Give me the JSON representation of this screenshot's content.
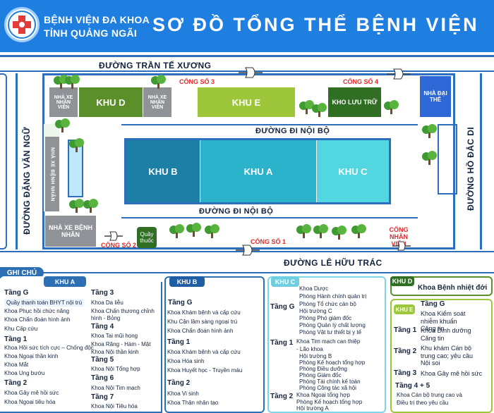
{
  "header": {
    "hospital_line1": "BỆNH VIỆN ĐA KHOA",
    "hospital_line2": "TỈNH QUẢNG NGÃI",
    "title": "SƠ ĐỒ TỔNG THỂ BỆNH VIỆN",
    "brand_color": "#1f7fe0"
  },
  "map": {
    "roads": {
      "top": "ĐƯỜNG TRẦN TẾ XƯƠNG",
      "bottom": "ĐƯỜNG LÊ HỮU TRÁC",
      "left": "ĐƯỜNG ĐẶNG VĂN NGỮ",
      "right": "ĐƯỜNG HỒ ĐẮC DI",
      "internal_top": "ĐƯỜNG ĐI NỘI BỘ",
      "internal_bottom": "ĐƯỜNG ĐI NỘI BỘ"
    },
    "gates": {
      "g1": "CỔNG SỐ 1",
      "g2": "CỔNG SỐ 2",
      "g3": "CỔNG SỐ 3",
      "g4": "CỔNG SỐ 4",
      "staff": "CỔNG NHÂN VIÊN"
    },
    "buildings": {
      "khu_d": "KHU D",
      "khu_e": "KHU E",
      "kho": "KHO LƯU TRỮ",
      "khu_a": "KHU A",
      "khu_b": "KHU B",
      "khu_c": "KHU C",
      "staff_parking_left": "NHÀ XE NHÂN VIÊN",
      "staff_parking_right": "NHÀ XE NHÂN VIÊN",
      "patient_parking_vertical": "NHÀ XE BỆNH NHÂN",
      "patient_parking": "NHÀ XE BỆNH NHÂN",
      "funeral": "NHÀ ĐẠI THỂ",
      "pharmacy": "Quầy thuốc"
    }
  },
  "legend": {
    "label": "GHI CHÚ",
    "khu_a": {
      "tab": "KHU A",
      "f_g": "Tầng G",
      "g_items": [
        "Quầy thanh toán BHYT nội trú",
        "Khoa Phục hồi chức năng",
        "Khoa Chẩn đoán hình ảnh",
        "Khu Cấp cứu"
      ],
      "f_1": "Tầng 1",
      "t1_items": [
        "Khoa Hồi sức tích cực – Chống độc",
        "Khoa Ngoại thần kinh",
        "Khoa Mắt",
        "Khoa Ung bướu"
      ],
      "f_2": "Tầng 2",
      "t2_items": [
        "Khoa Gây mê hồi sức",
        "Khoa Ngoại tiêu hóa"
      ],
      "f_3": "Tầng 3",
      "t3_items": [
        "Khoa Da liễu",
        "Khoa Chấn thương chỉnh",
        "hình - Bỏng"
      ],
      "f_4": "Tầng 4",
      "t4_items": [
        "Khoa Tai mũi họng",
        "Khoa Răng - Hàm - Mặt",
        "Khoa Nội thần kinh"
      ],
      "f_5": "Tầng 5",
      "t5_items": [
        "Khoa Nội Tổng hợp"
      ],
      "f_6": "Tầng 6",
      "t6_items": [
        "Khoa Nội Tim mạch"
      ],
      "f_7": "Tầng 7",
      "t7_items": [
        "Khoa Nội Tiêu hóa"
      ]
    },
    "khu_b": {
      "tab": "KHU B",
      "f_g": "Tầng G",
      "g_items": [
        "Khoa Khám bệnh và cấp cứu",
        "Khu Cận lâm sàng ngoại trú",
        "Khoa Chẩn đoán hình ảnh"
      ],
      "f_1": "Tầng 1",
      "t1_items": [
        "Khoa Khám bệnh và cấp cứu",
        "Khoa Hóa sinh",
        "Khoa Huyết học - Truyền máu"
      ],
      "f_2": "Tầng 2",
      "t2_items": [
        "Khoa Vi sinh",
        "Khoa Thận nhân tạo"
      ]
    },
    "khu_c": {
      "tab": "KHU C",
      "f_g": "Tầng G",
      "g_items": [
        "Khoa Dược",
        "Phòng Hành chính quản trị",
        "Phòng Tổ chức cán bộ",
        "Hội trường C",
        "Phòng Phó giám đốc",
        "Phòng Quản lý chất lượng",
        "Phòng Vật tư thiết bị y tế"
      ],
      "f_1": "Tầng 1",
      "t1_items": [
        "Khoa Tim mạch can thiệp",
        "- Lão khoa",
        "Hội trường B",
        "Phòng Kế hoạch tổng hợp",
        "Phòng Điều dưỡng",
        "Phòng Giám đốc",
        "Phòng Tài chính kế toán",
        "Phòng Công tác xã hội"
      ],
      "f_2": "Tầng 2",
      "t2_items": [
        "Khoa Ngoại tổng hợp",
        "Phòng Kế hoạch tổng hợp",
        "Hội trường A"
      ]
    },
    "khu_d": {
      "tab": "KHU D",
      "item": "Khoa Bệnh nhiệt đới"
    },
    "khu_e": {
      "tab": "KHU E",
      "f_g": "Tầng G",
      "g_items": [
        "Khoa Kiểm soát",
        "nhiễm khuẩn",
        "Căng tin"
      ],
      "f_1": "Tầng 1",
      "t1_items": [
        "Khoa Dinh dưỡng",
        "Căng tin"
      ],
      "f_2": "Tầng 2",
      "t2_items": [
        "Khu khám Cán bộ",
        "trung cao; yêu cầu",
        "Nội soi"
      ],
      "f_3": "Tầng 3",
      "t3_items": [
        "Khoa Gây mê hồi sức"
      ],
      "f_45": "Tầng 4 + 5",
      "t45_items": [
        "Khoa Cán bộ trung cao và",
        "Điều trị theo yêu cầu"
      ]
    }
  }
}
